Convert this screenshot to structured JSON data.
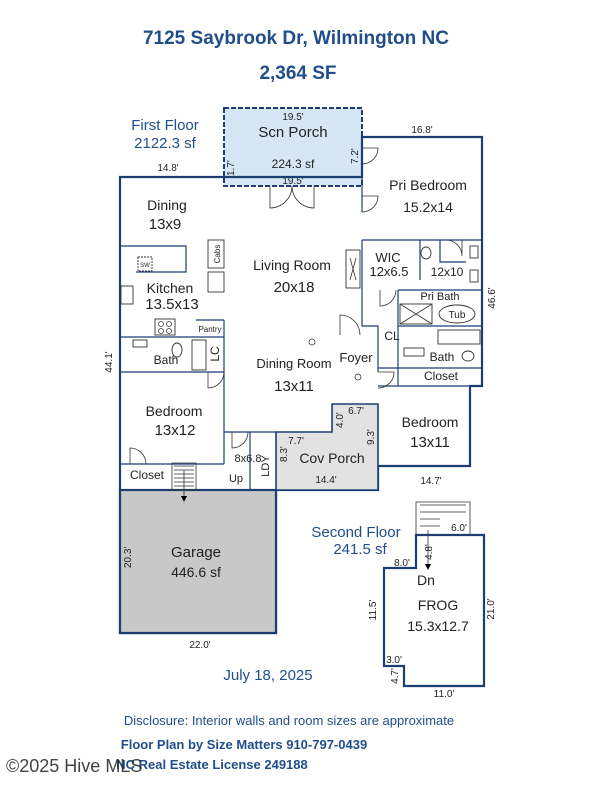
{
  "header": {
    "address": "7125 Saybrook Dr, Wilmington NC",
    "total_area": "2,364 SF"
  },
  "first_floor": {
    "label": "First Floor",
    "area": "2122.3 sf"
  },
  "second_floor": {
    "label": "Second Floor",
    "area": "241.5 sf"
  },
  "rooms": {
    "scn_porch": {
      "name": "Scn Porch",
      "size": "224.3 sf",
      "dim_top": "19.5'",
      "dim_bottom": "19.5'",
      "dim_left": "1.7'",
      "dim_right": "7.2'"
    },
    "pri_bedroom": {
      "name": "Pri Bedroom",
      "size": "15.2x14"
    },
    "dining": {
      "name": "Dining",
      "size": "13x9"
    },
    "cabs": "Cabs",
    "sw": "SW",
    "living_room": {
      "name": "Living Room",
      "size": "20x18"
    },
    "wic": {
      "name": "WIC",
      "size": "12x6.5"
    },
    "pri_bath_size": "12x10",
    "pri_bath": "Pri Bath",
    "tub": "Tub",
    "kitchen": {
      "name": "Kitchen",
      "size": "13.5x13"
    },
    "pantry": "Pantry",
    "lc": "LC",
    "cl": "CL",
    "bath1": "Bath",
    "bath2": "Bath",
    "dining_room": {
      "name": "Dining Room",
      "size": "13x11"
    },
    "foyer": "Foyer",
    "closet_right": "Closet",
    "bedroom1": {
      "name": "Bedroom",
      "size": "13x12"
    },
    "bedroom2": {
      "name": "Bedroom",
      "size": "13x11"
    },
    "ldy": "LDY",
    "ldy_size": "8x6.8",
    "up": "Up",
    "closet_left": "Closet",
    "cov_porch": {
      "name": "Cov Porch",
      "dim_a": "7.7'",
      "dim_b": "8.3'",
      "dim_c": "4.0'",
      "dim_d": "6.7'",
      "dim_e": "9.3'",
      "dim_bottom": "14.4'"
    },
    "garage": {
      "name": "Garage",
      "size": "446.6 sf",
      "dim_left": "20.3'",
      "dim_bottom": "22.0'"
    },
    "frog": {
      "name": "FROG",
      "size": "15.3x12.7"
    },
    "dn": "Dn"
  },
  "dimensions": {
    "top_right": "16.8'",
    "top_left": "14.8'",
    "right": "46.6'",
    "left": "44.1'",
    "bottom_right": "14.7'",
    "frog_top": "6.0'",
    "frog_stair": "4.8'",
    "frog_left_top": "8.0'",
    "frog_left": "11.5'",
    "frog_right": "21.0'",
    "frog_notch": "3.0'",
    "frog_notch_side": "4.7'",
    "frog_bottom": "11.0'"
  },
  "date": "July 18, 2025",
  "disclosure": "Disclosure: Interior walls and room sizes are approximate",
  "credit_line1": "Floor Plan by Size Matters 910-797-0439",
  "credit_line2": "NC Real Estate License 249188",
  "watermark": "©2025 Hive MLS",
  "colors": {
    "heading": "#1f4e8a",
    "wall": "#1b3f73",
    "porch_fill": "#d6e6f5",
    "garage_fill": "#c8c8c8",
    "cov_porch_fill": "#e2e2e2"
  }
}
